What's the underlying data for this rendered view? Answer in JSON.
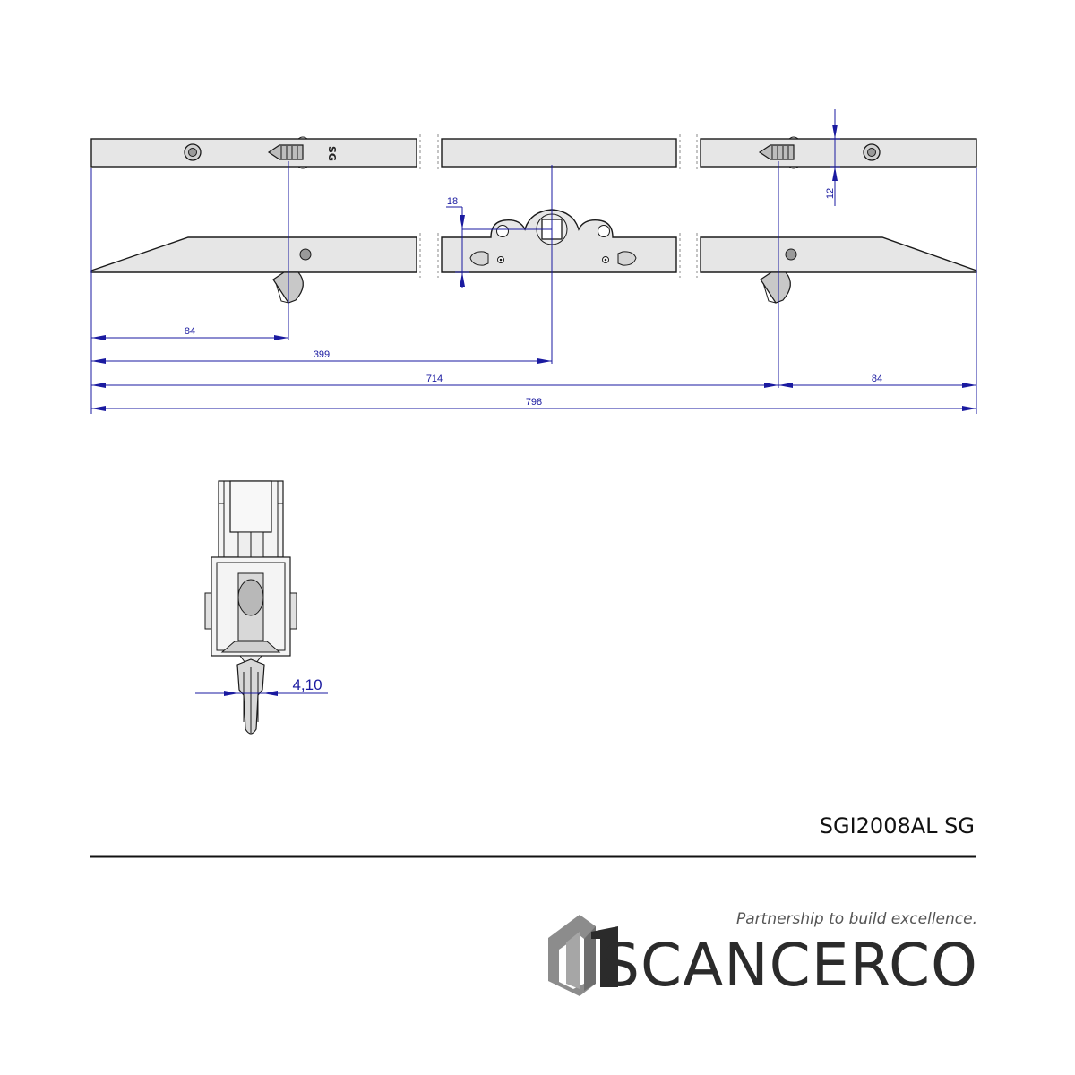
{
  "drawing": {
    "product_code": "SGI2008AL SG",
    "sg_marking": "SG",
    "dimensions": {
      "left_keeper_offset": "84",
      "center_spindle_offset": "399",
      "right_keeper_offset": "714",
      "right_end_offset": "84",
      "overall_length": "798",
      "spindle_height": "18",
      "bar_thickness": "12",
      "hook_width": "4,10"
    }
  },
  "branding": {
    "company": "SCANCERCO",
    "tagline": "Partnership to build excellence.",
    "logo_colors": {
      "grey": "#8c8c8c",
      "dark": "#2b2b2b"
    }
  },
  "colors": {
    "dimension": "#1a1aa0",
    "part_fill": "#e6e6e6",
    "outline": "#1a1a1a"
  }
}
